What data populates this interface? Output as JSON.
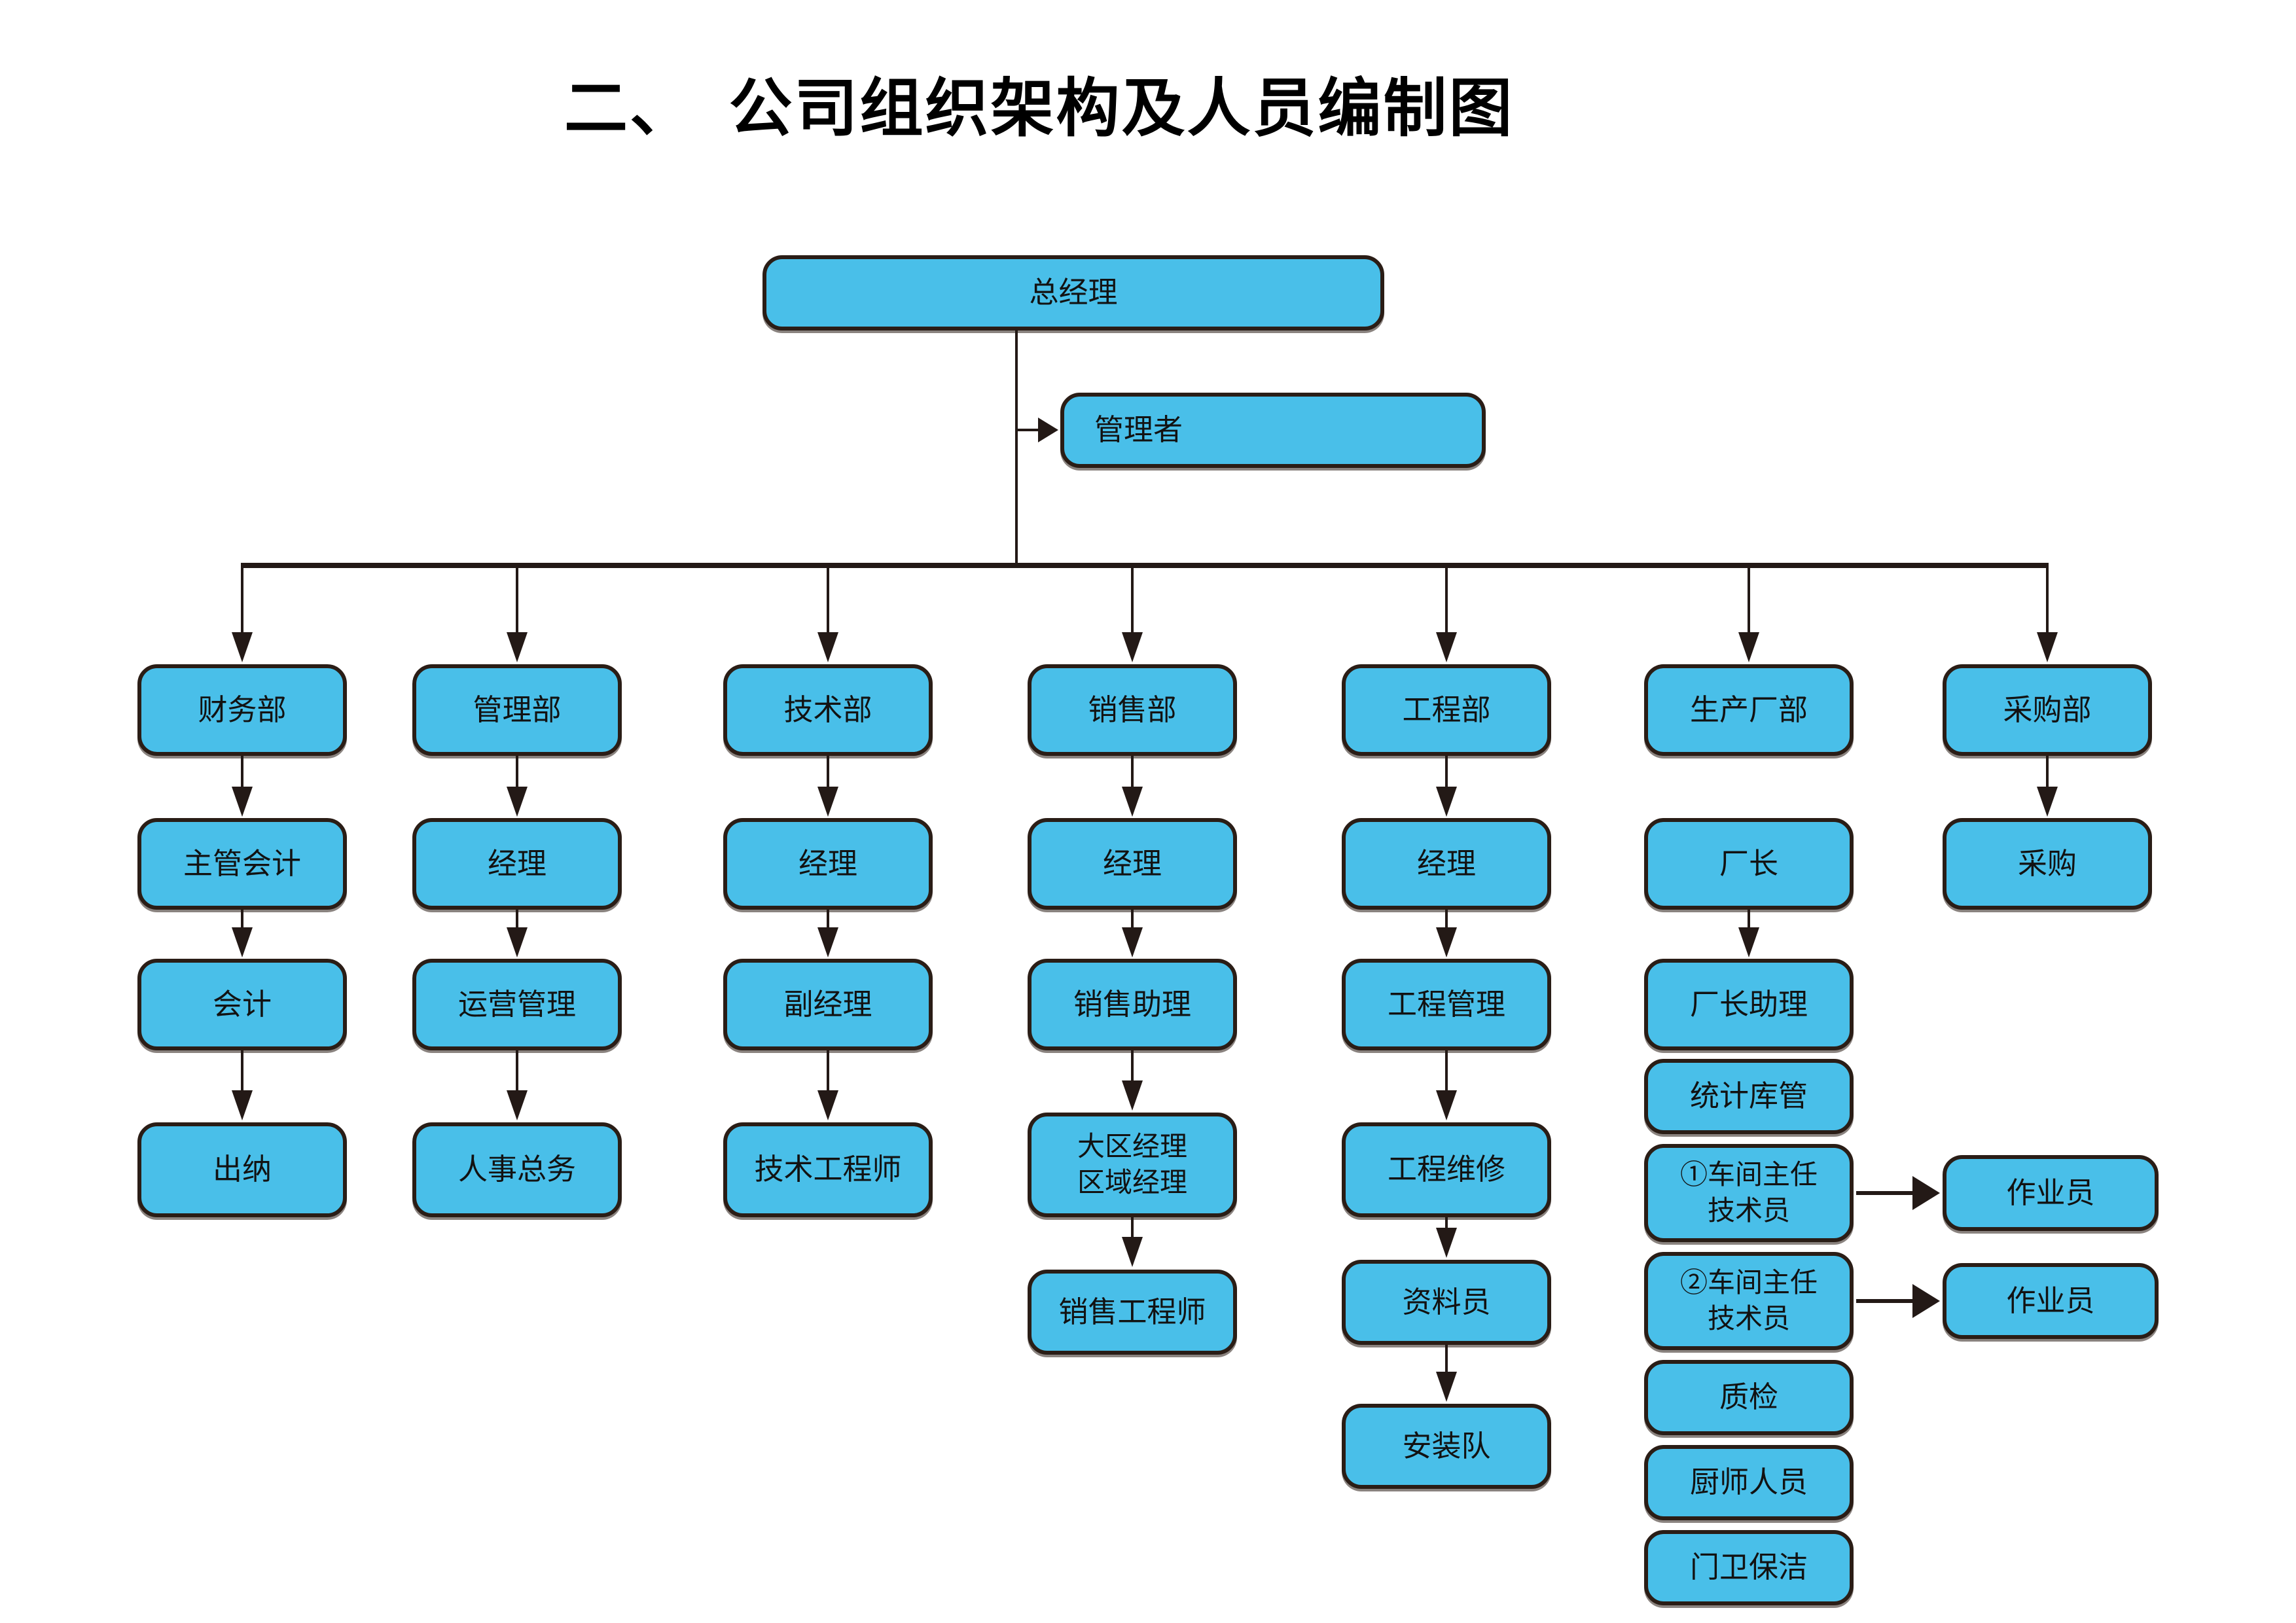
{
  "title": "二、　公司组织架构及人员编制图",
  "colors": {
    "box_fill": "#49BFE9",
    "box_border": "#2A1D16",
    "connector_line": "#231916",
    "background": "#FFFFFF",
    "text": "#121212"
  },
  "org": {
    "root": "总经理",
    "staff": "管理者",
    "columns": [
      {
        "dept": "财务部",
        "chain": [
          "主管会计",
          "会计",
          "出纳"
        ]
      },
      {
        "dept": "管理部",
        "chain": [
          "经理",
          "运营管理",
          "人事总务"
        ]
      },
      {
        "dept": "技术部",
        "chain": [
          "经理",
          "副经理",
          "技术工程师"
        ]
      },
      {
        "dept": "销售部",
        "chain": [
          "经理",
          "销售助理",
          "大区经理\n区域经理",
          "销售工程师"
        ]
      },
      {
        "dept": "工程部",
        "chain": [
          "经理",
          "工程管理",
          "工程维修",
          "资料员",
          "安装队"
        ]
      },
      {
        "dept": "生产厂部",
        "chain": [
          "厂长",
          "厂长助理"
        ],
        "stack": [
          "统计库管",
          "①车间主任\n技术员",
          "②车间主任\n技术员",
          "质检",
          "厨师人员",
          "门卫保洁"
        ],
        "operators": [
          "作业员",
          "作业员"
        ]
      },
      {
        "dept": "采购部",
        "chain": [
          "采购"
        ]
      }
    ]
  }
}
